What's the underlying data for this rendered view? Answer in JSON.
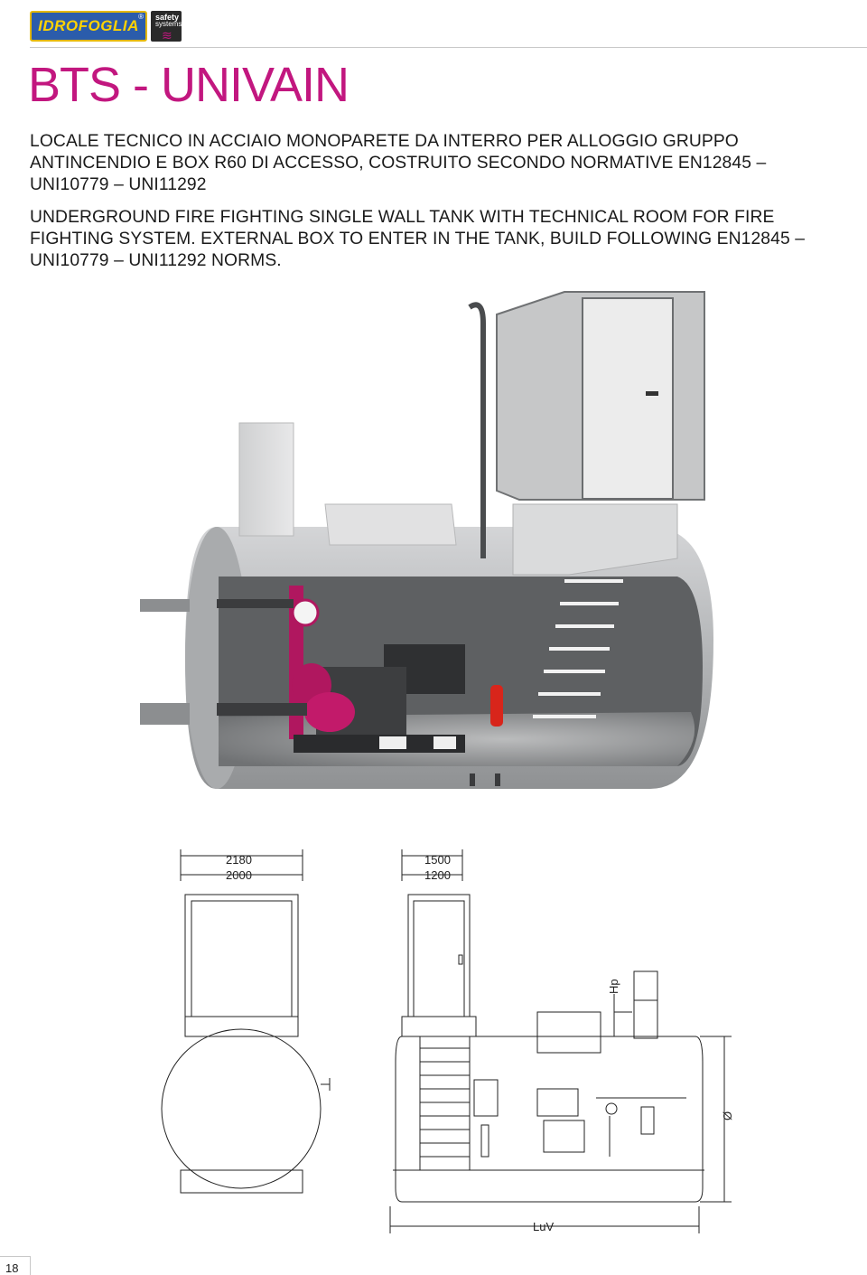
{
  "header": {
    "logo_text": "IDROFOGLIA",
    "logo_mark": "®",
    "badge_line1": "safety",
    "badge_line2": "systems"
  },
  "title": "BTS - UNIVAIN",
  "paragraph_it": "LOCALE TECNICO IN ACCIAIO MONOPARETE DA INTERRO PER ALLOGGIO GRUPPO\nANTINCENDIO E BOX R60 DI ACCESSO, COSTRUITO SECONDO NORMATIVE EN12845 –\nUNI10779 – UNI11292",
  "paragraph_en": "UNDERGROUND FIRE FIGHTING SINGLE WALL TANK WITH TECHNICAL ROOM FOR FIRE\nFIGHTING SYSTEM. EXTERNAL BOX TO ENTER IN THE TANK, BUILD FOLLOWING EN12845 –\nUNI10779 – UNI11292 NORMS.",
  "drawing": {
    "front_outer_width": "2180",
    "front_inner_width": "2000",
    "side_outer_width": "1500",
    "side_inner_width": "1200",
    "height_label": "Hp",
    "diameter_label": "Ø",
    "length_label": "LuV"
  },
  "page_number": "18",
  "colors": {
    "accent": "#c2177f",
    "logo_blue": "#2b5cab",
    "logo_yellow": "#ffd200",
    "tank_gray": "#b7b9bb",
    "pump_magenta": "#b0175f",
    "extinguisher_red": "#d8251b"
  }
}
